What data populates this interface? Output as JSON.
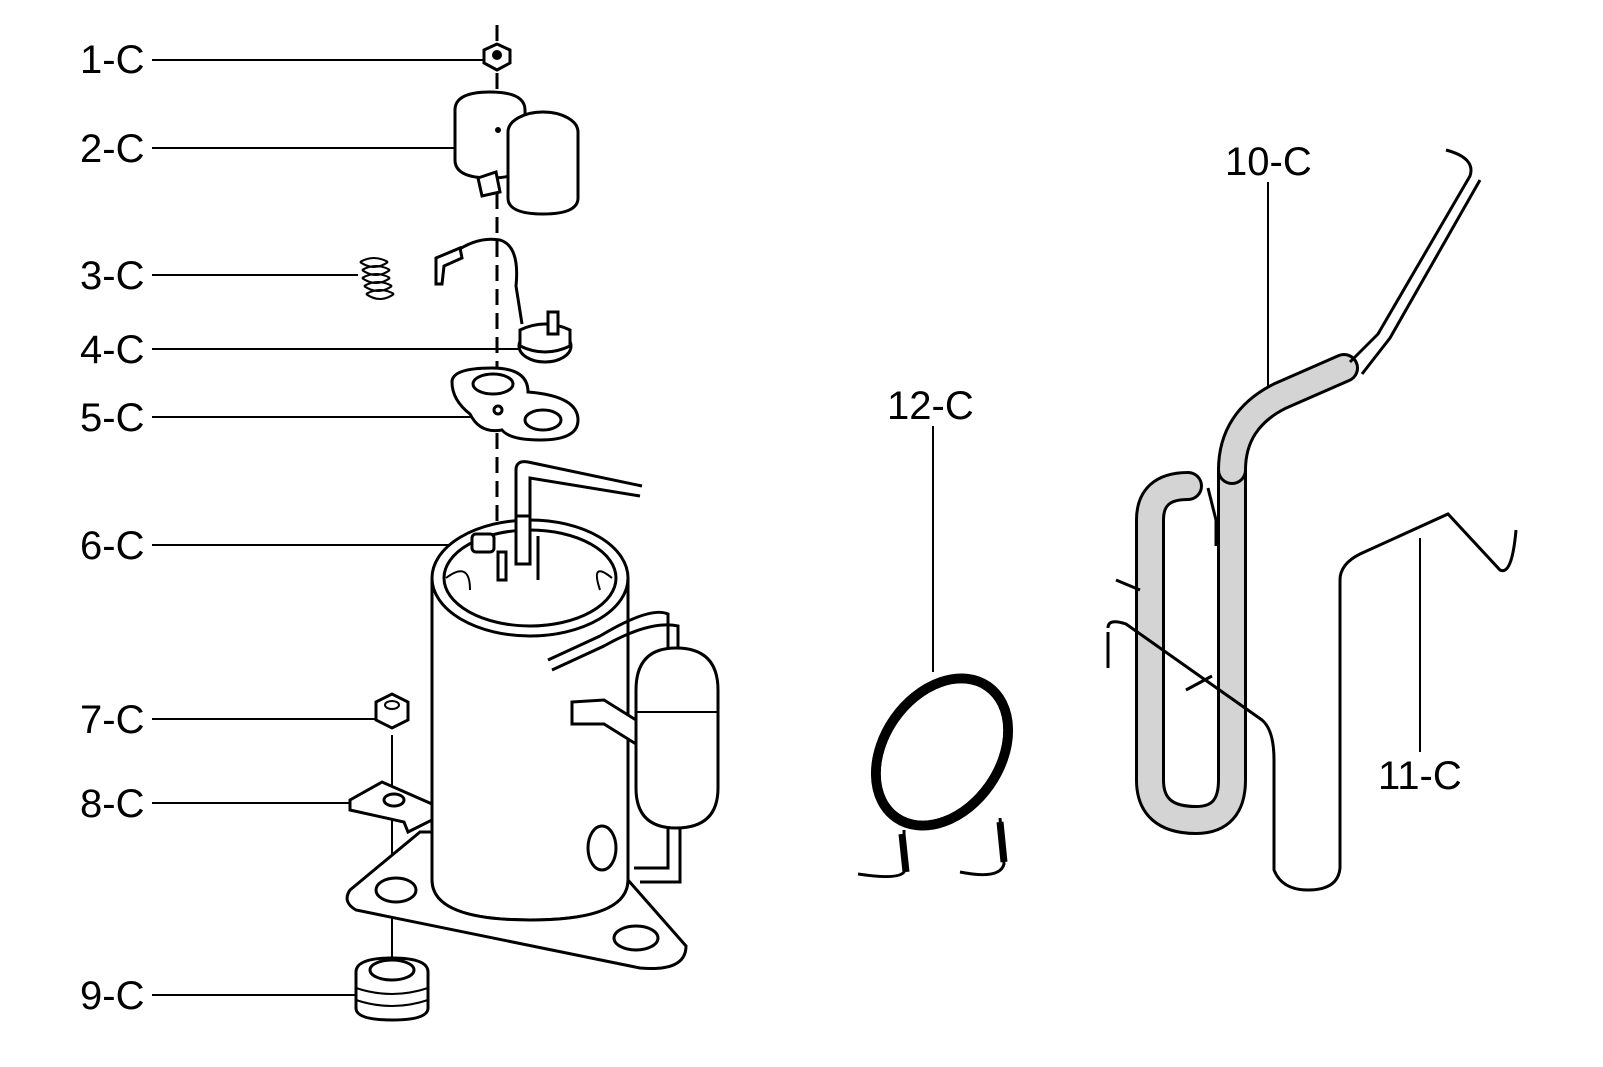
{
  "labels": {
    "c1": "1-C",
    "c2": "2-C",
    "c3": "3-C",
    "c4": "4-C",
    "c5": "5-C",
    "c6": "6-C",
    "c7": "7-C",
    "c8": "8-C",
    "c9": "9-C",
    "c10": "10-C",
    "c11": "11-C",
    "c12": "12-C"
  },
  "colors": {
    "ink": "#000000",
    "shade": "#d4d4d4"
  }
}
